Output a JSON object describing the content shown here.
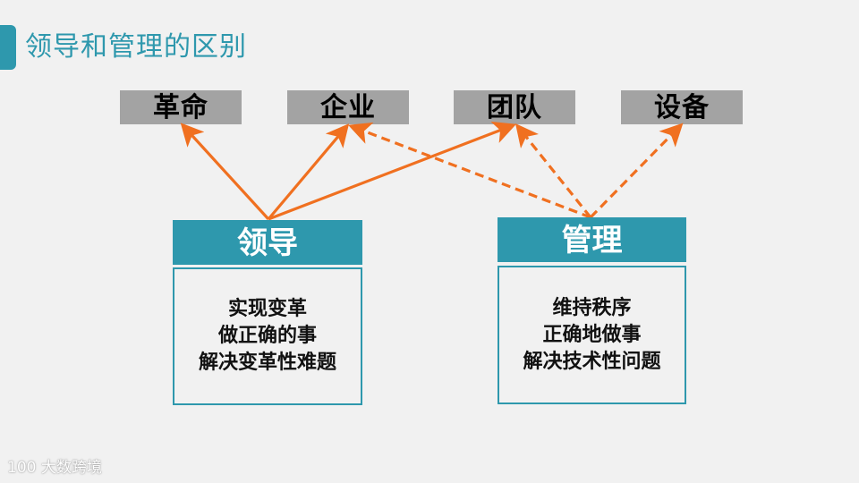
{
  "slide": {
    "title": "领导和管理的区别",
    "accent_color": "#2e98ad",
    "arrow_color": "#f07020"
  },
  "targets": [
    {
      "label": "革命"
    },
    {
      "label": "企业"
    },
    {
      "label": "团队"
    },
    {
      "label": "设备"
    }
  ],
  "leadership": {
    "heading": "领导",
    "lines": [
      "实现变革",
      "做正确的事",
      "解决变革性难题"
    ],
    "arrows_to": [
      "革命",
      "企业",
      "团队"
    ],
    "arrow_style": "solid"
  },
  "management": {
    "heading": "管理",
    "lines": [
      "维持秩序",
      "正确地做事",
      "解决技术性问题"
    ],
    "arrows_to": [
      "企业",
      "团队",
      "设备"
    ],
    "arrow_style": "dashed"
  },
  "watermark": {
    "logo": "100",
    "text": "大数跨境"
  }
}
